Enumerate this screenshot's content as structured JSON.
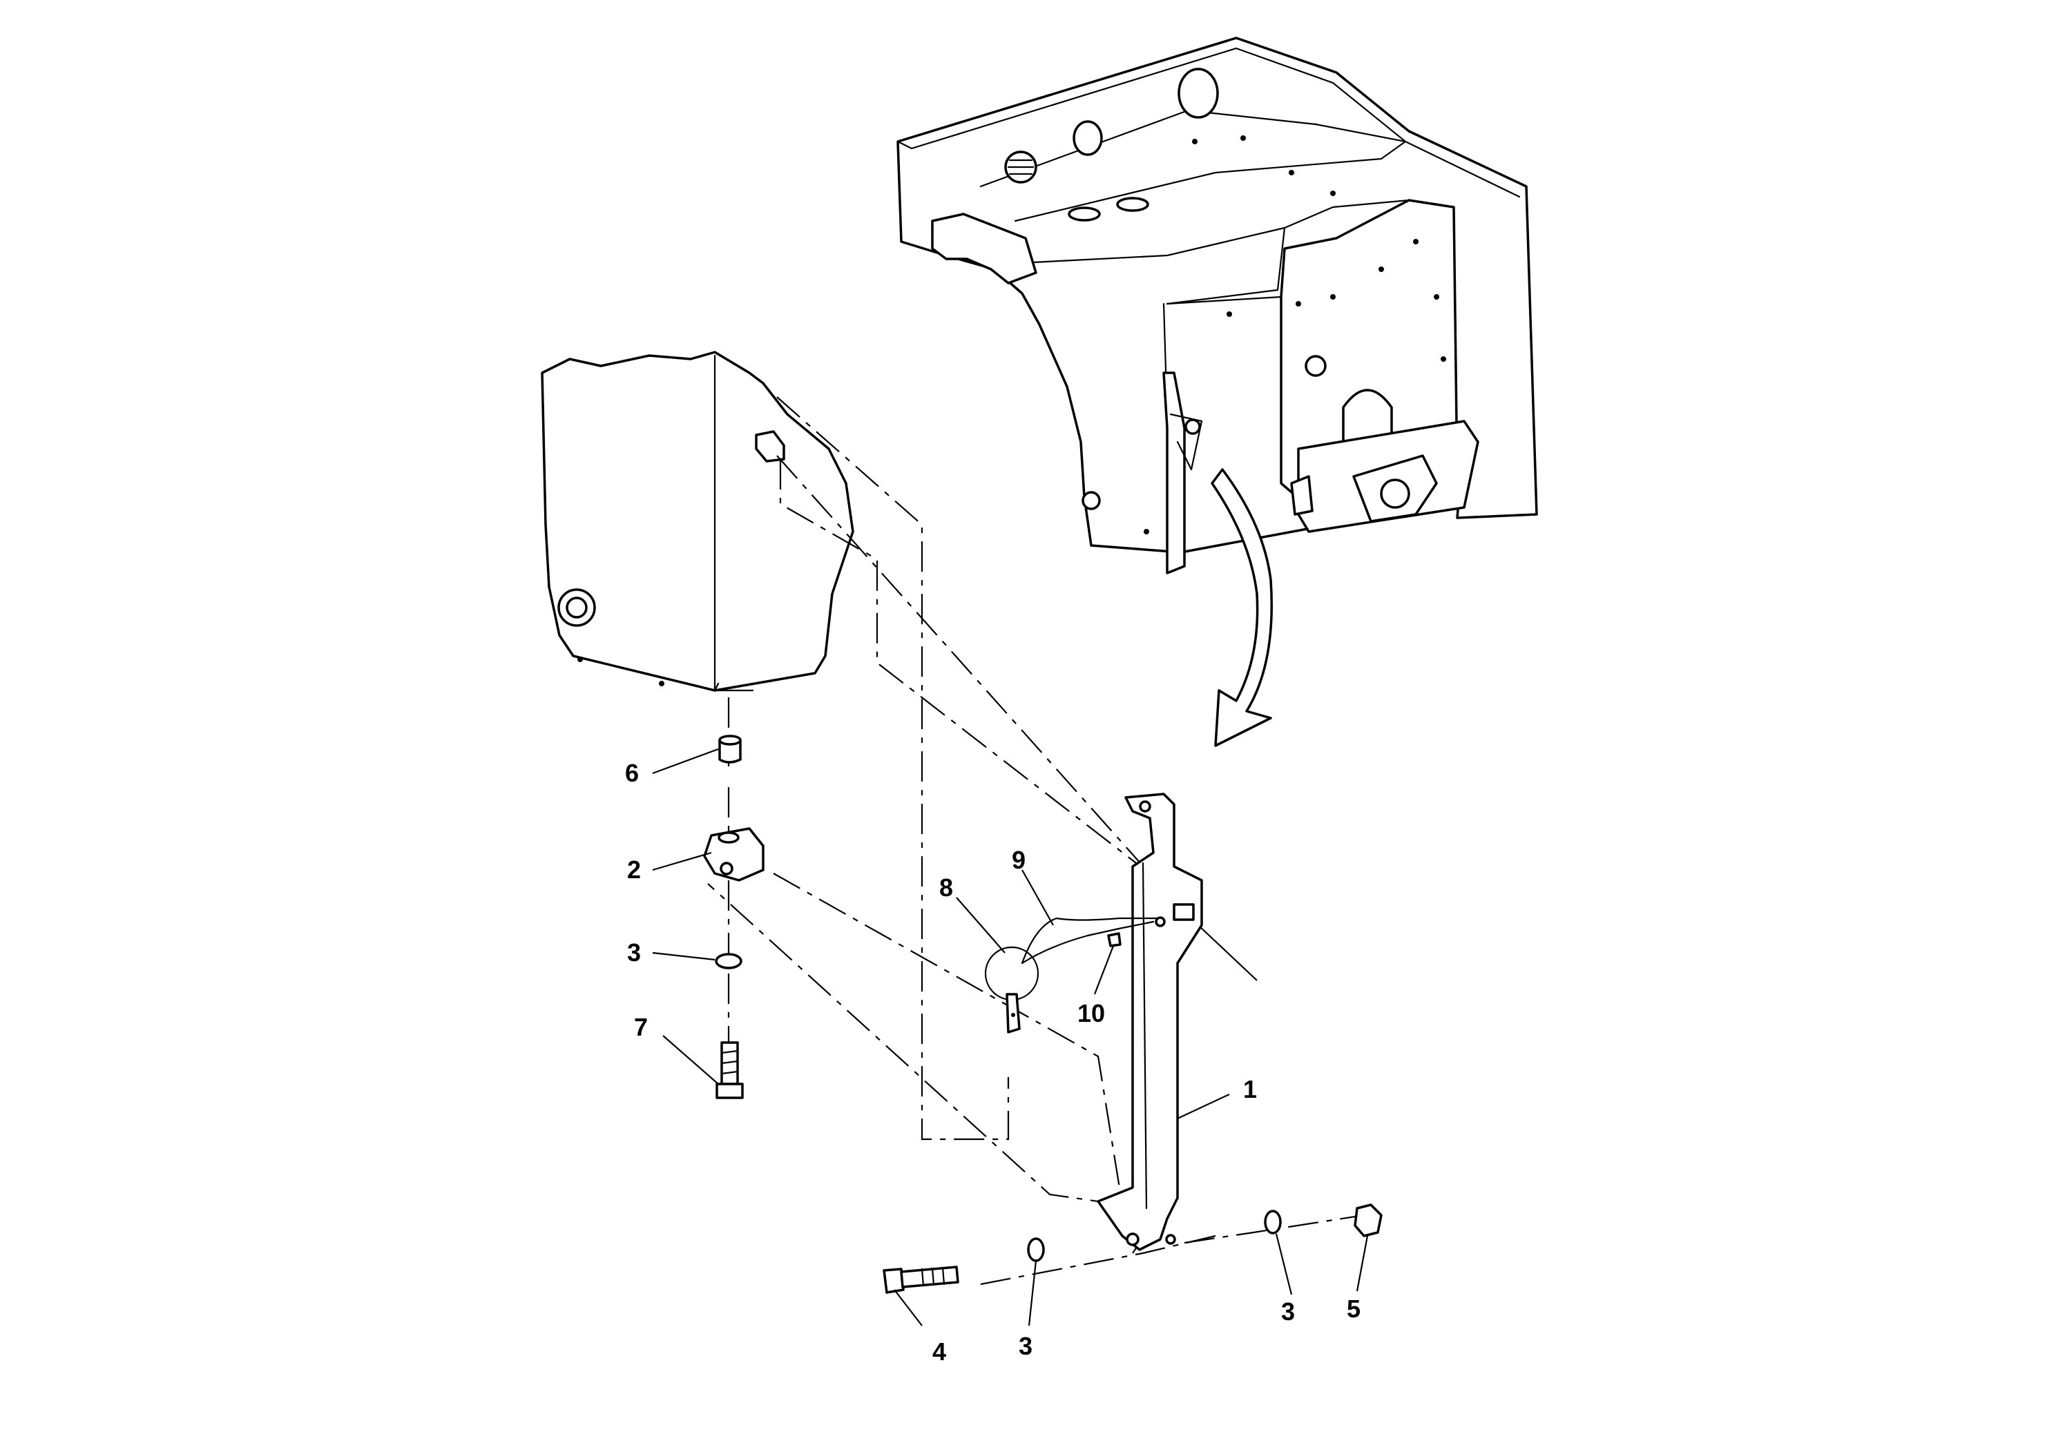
{
  "callouts": [
    {
      "id": "callout-1",
      "text": "1"
    },
    {
      "id": "callout-2",
      "text": "2"
    },
    {
      "id": "callout-3a",
      "text": "3"
    },
    {
      "id": "callout-3b",
      "text": "3"
    },
    {
      "id": "callout-3c",
      "text": "3"
    },
    {
      "id": "callout-4",
      "text": "4"
    },
    {
      "id": "callout-5",
      "text": "5"
    },
    {
      "id": "callout-6",
      "text": "6"
    },
    {
      "id": "callout-7",
      "text": "7"
    },
    {
      "id": "callout-8",
      "text": "8"
    },
    {
      "id": "callout-9",
      "text": "9"
    },
    {
      "id": "callout-10",
      "text": "10"
    }
  ],
  "colors": {
    "line": "#000000",
    "background": "#ffffff"
  }
}
